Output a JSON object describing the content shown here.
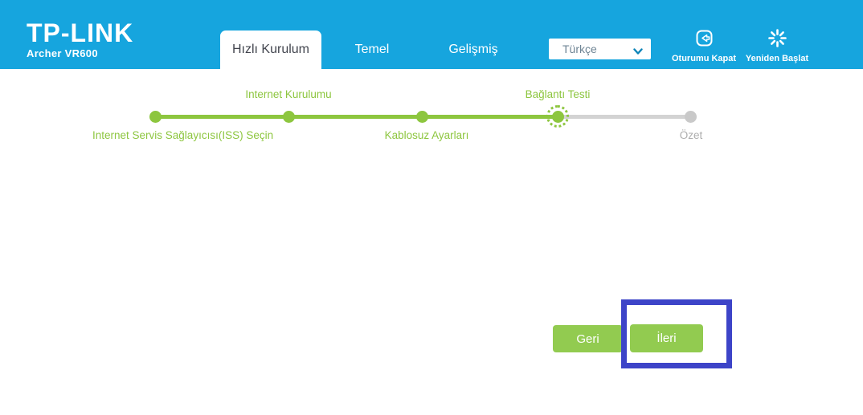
{
  "header": {
    "brand": "TP-LINK",
    "model": "Archer VR600",
    "tabs": [
      {
        "label": "Hızlı Kurulum",
        "active": true
      },
      {
        "label": "Temel",
        "active": false
      },
      {
        "label": "Gelişmiş",
        "active": false
      }
    ],
    "language": {
      "selected": "Türkçe",
      "chevron_icon": "chevron-down-icon"
    },
    "actions": [
      {
        "label": "Oturumu Kapat",
        "icon": "logout-icon"
      },
      {
        "label": "Yeniden Başlat",
        "icon": "restart-icon"
      }
    ]
  },
  "stepper": {
    "steps": [
      {
        "label": "Internet Servis Sağlayıcısı(ISS) Seçin",
        "position": "below",
        "state": "done"
      },
      {
        "label": "Internet Kurulumu",
        "position": "above",
        "state": "done"
      },
      {
        "label": "Kablosuz Ayarları",
        "position": "below",
        "state": "done"
      },
      {
        "label": "Bağlantı Testi",
        "position": "above",
        "state": "current"
      },
      {
        "label": "Özet",
        "position": "below",
        "state": "pending"
      }
    ]
  },
  "buttons": {
    "back": "Geri",
    "next": "İleri"
  },
  "annotation": {
    "type": "highlight-rectangle",
    "target": "İleri button",
    "color": "#3D44C8"
  },
  "colors": {
    "header_bar": "#16A5DE",
    "accent_green": "#8DC63F",
    "button_green": "#92CB50",
    "inactive_gray": "#C9C9C9",
    "active_tab_text": "#42454E"
  }
}
